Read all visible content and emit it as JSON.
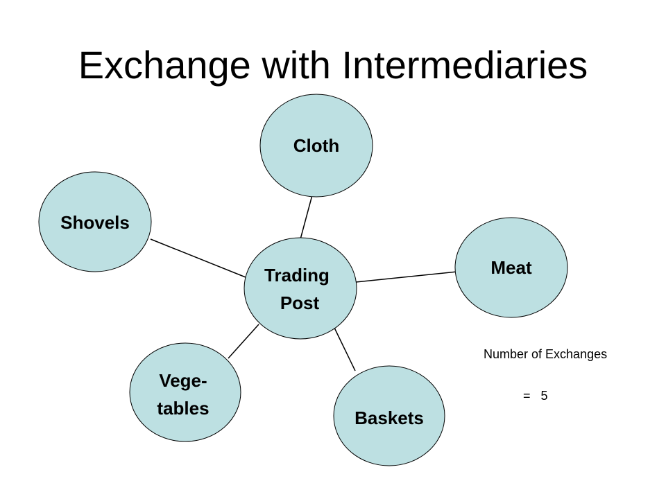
{
  "title": "Exchange with Intermediaries",
  "colors": {
    "node_fill": "#bde0e2",
    "node_stroke": "#000000",
    "connector": "#000000"
  },
  "hub": {
    "lines": [
      "Trading",
      "Post"
    ]
  },
  "nodes": [
    {
      "id": "cloth",
      "lines": [
        "Cloth"
      ]
    },
    {
      "id": "shovels",
      "lines": [
        "Shovels"
      ]
    },
    {
      "id": "meat",
      "lines": [
        "Meat"
      ]
    },
    {
      "id": "vegetables",
      "lines": [
        "Vege-",
        "tables"
      ]
    },
    {
      "id": "baskets",
      "lines": [
        "Baskets"
      ]
    }
  ],
  "note": {
    "label": "Number of Exchanges",
    "value": "=   5"
  }
}
